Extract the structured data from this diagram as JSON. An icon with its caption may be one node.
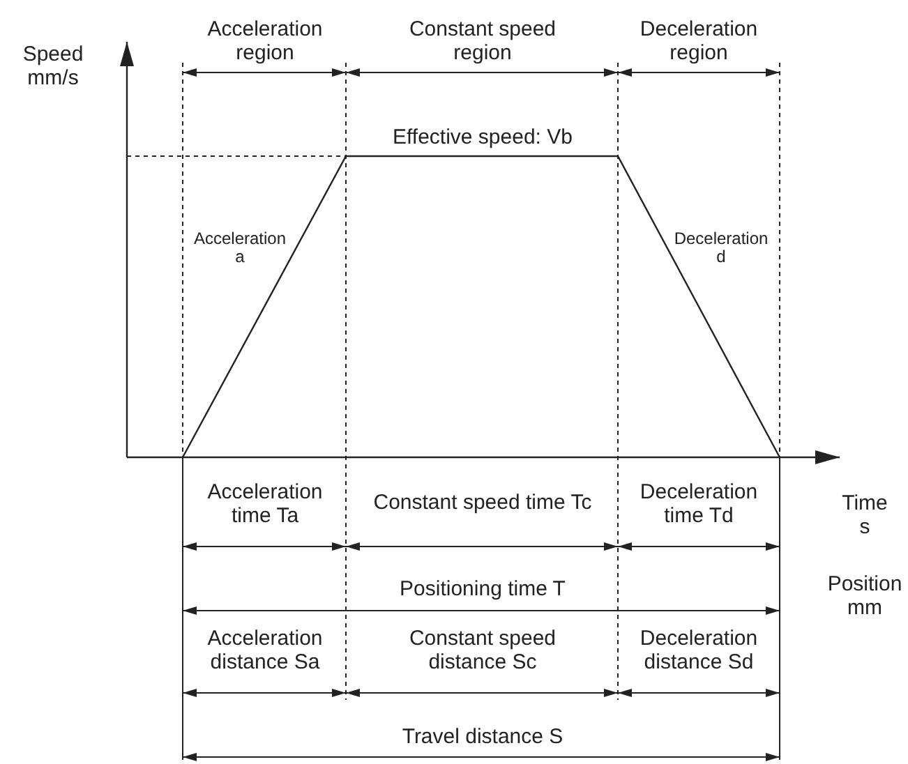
{
  "diagram": {
    "labels": [
      "Acceleration region",
      "Constant speed region",
      "Deceleration region",
      "Speed mm/s",
      "Effective speed: Vb",
      "Acceleration a",
      "Deceleration d",
      "Acceleration time Ta",
      "Constant speed time Tc",
      "Deceleration time Td",
      "Time s",
      "Positioning time T",
      "Position mm",
      "Acceleration distance Sa",
      "Constant speed distance Sc",
      "Deceleration distance Sd",
      "Travel distance S"
    ]
  }
}
